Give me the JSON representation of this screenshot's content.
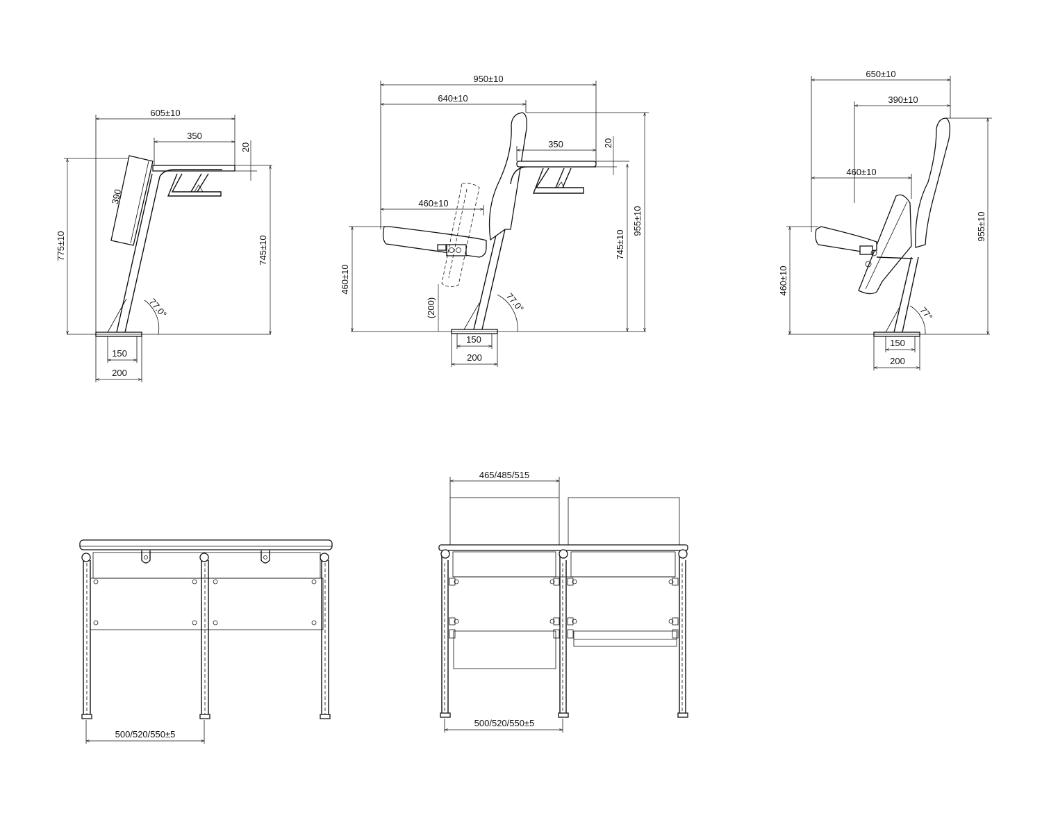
{
  "views": {
    "table_side": {
      "width_overall": "605±10",
      "tablet_depth": "350",
      "tablet_thickness": "20",
      "panel_length": "390",
      "height_overall": "775±10",
      "tablet_height": "745±10",
      "angle": "77.0°",
      "base_inner": "150",
      "base_outer": "200"
    },
    "chair_with_tablet": {
      "width_overall": "950±10",
      "back_to_tablet": "640±10",
      "tablet_depth": "350",
      "tablet_thickness": "20",
      "seat_depth": "460±10",
      "seat_height": "460±10",
      "folded_seat": "(200)",
      "tablet_height": "745±10",
      "height_overall": "955±10",
      "angle": "77.0°",
      "base_inner": "150",
      "base_outer": "200"
    },
    "chair_side": {
      "width_overall": "650±10",
      "back_depth": "390±10",
      "seat_depth": "460±10",
      "seat_height": "460±10",
      "height_overall": "955±10",
      "angle": "77°",
      "base_inner": "150",
      "base_outer": "200"
    },
    "table_front": {
      "pitch": "500/520/550±5"
    },
    "chair_front": {
      "back_width": "465/485/515",
      "pitch": "500/520/550±5"
    }
  }
}
